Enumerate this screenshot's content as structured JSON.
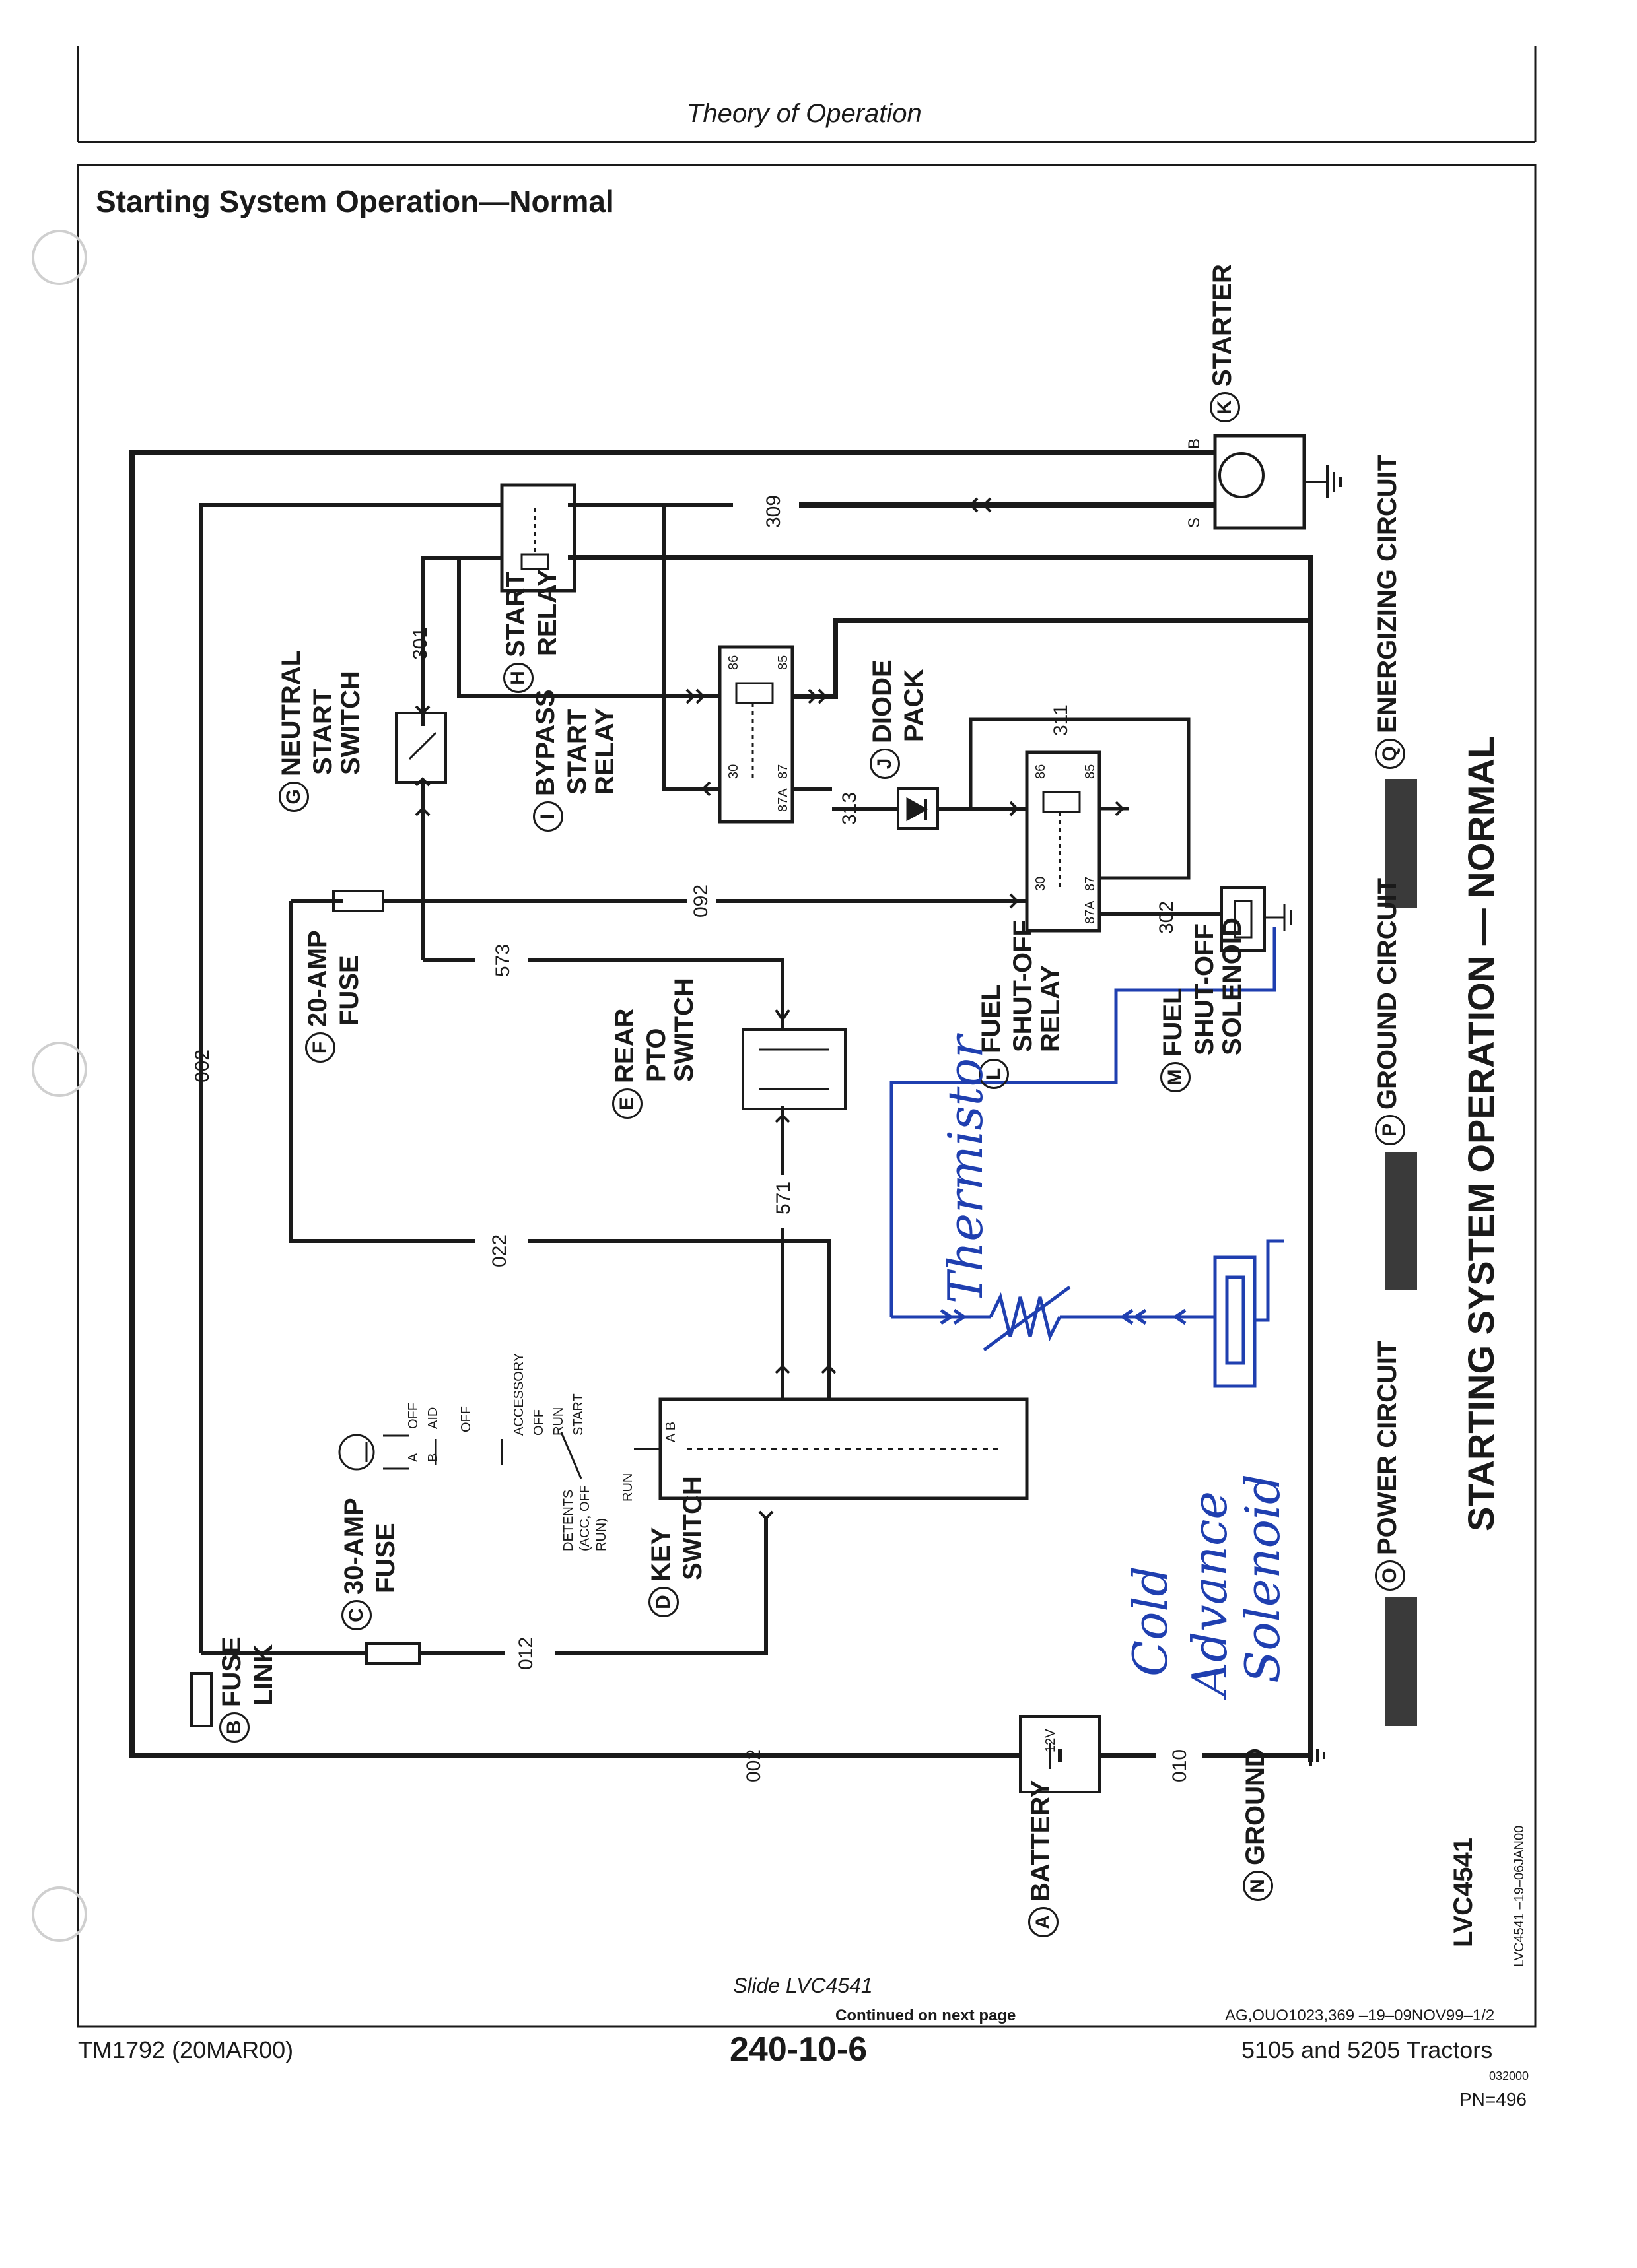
{
  "header": {
    "section_title": "Theory of Operation",
    "page_title": "Starting System Operation—Normal"
  },
  "components": {
    "a": {
      "letter": "A",
      "line1": "BATTERY",
      "line2": ""
    },
    "b": {
      "letter": "B",
      "line1": "FUSE",
      "line2": "LINK"
    },
    "c": {
      "letter": "C",
      "line1": "30-AMP",
      "line2": "FUSE"
    },
    "d": {
      "letter": "D",
      "line1": "KEY",
      "line2": "SWITCH"
    },
    "e": {
      "letter": "E",
      "line1": "REAR",
      "line2": "PTO",
      "line3": "SWITCH"
    },
    "f": {
      "letter": "F",
      "line1": "20-AMP",
      "line2": "FUSE"
    },
    "g": {
      "letter": "G",
      "line1": "NEUTRAL",
      "line2": "START",
      "line3": "SWITCH"
    },
    "h": {
      "letter": "H",
      "line1": "START",
      "line2": "RELAY"
    },
    "i": {
      "letter": "I",
      "line1": "BYPASS",
      "line2": "START",
      "line3": "RELAY"
    },
    "j": {
      "letter": "J",
      "line1": "DIODE",
      "line2": "PACK"
    },
    "k": {
      "letter": "K",
      "line1": "STARTER",
      "line2": ""
    },
    "l": {
      "letter": "L",
      "line1": "FUEL",
      "line2": "SHUT-OFF",
      "line3": "RELAY"
    },
    "m": {
      "letter": "M",
      "line1": "FUEL",
      "line2": "SHUT-OFF",
      "line3": "SOLENOID"
    },
    "n": {
      "letter": "N",
      "line1": "GROUND",
      "line2": ""
    }
  },
  "wires": {
    "w002_top": "002",
    "w002_bottom": "002",
    "w309": "309",
    "w301": "301",
    "w313": "313",
    "w311": "311",
    "w092": "092",
    "w302": "302",
    "w573": "573",
    "w571": "571",
    "w022": "022",
    "w012": "012",
    "w010": "010"
  },
  "terminals": {
    "b": "B",
    "s": "S",
    "t86": "86",
    "t85": "85",
    "t30": "30",
    "t87": "87",
    "t87a": "87A",
    "battery": "12V"
  },
  "key_switch": {
    "positions_top": [
      "OFF",
      "AID"
    ],
    "ab_a": "A",
    "ab_b": "B",
    "off": "OFF",
    "positions": [
      "ACCESSORY",
      "OFF",
      "RUN",
      "START"
    ],
    "detents": "DETENTS",
    "detents_sub1": "(ACC, OFF",
    "detents_sub2": "RUN)",
    "run": "RUN",
    "ab": "A B"
  },
  "legend": {
    "o_letter": "O",
    "o_label": "POWER CIRCUIT",
    "p_letter": "P",
    "p_label": "GROUND CIRCUIT",
    "q_letter": "Q",
    "q_label": "ENERGIZING CIRCUIT",
    "main_title": "STARTING SYSTEM OPERATION — NORMAL",
    "code": "LVC4541",
    "code_small": "LVC4541  –19–06JAN00"
  },
  "handwritten": {
    "thermistor": "Thermistor",
    "cold1": "Cold",
    "cold2": "Advance",
    "cold3": "Solenoid"
  },
  "footer": {
    "slide": "Slide LVC4541",
    "continued": "Continued on next page",
    "ref": "AG,OUO1023,369   –19–09NOV99–1/2",
    "manual": "TM1792 (20MAR00)",
    "page": "240-10-6",
    "model": "5105 and 5205 Tractors",
    "small_code": "032000",
    "pn": "PN=496"
  },
  "colors": {
    "line": "#1a1a1a",
    "ink": "#1f3fb0",
    "legend_fill": "#3a3a3a"
  }
}
